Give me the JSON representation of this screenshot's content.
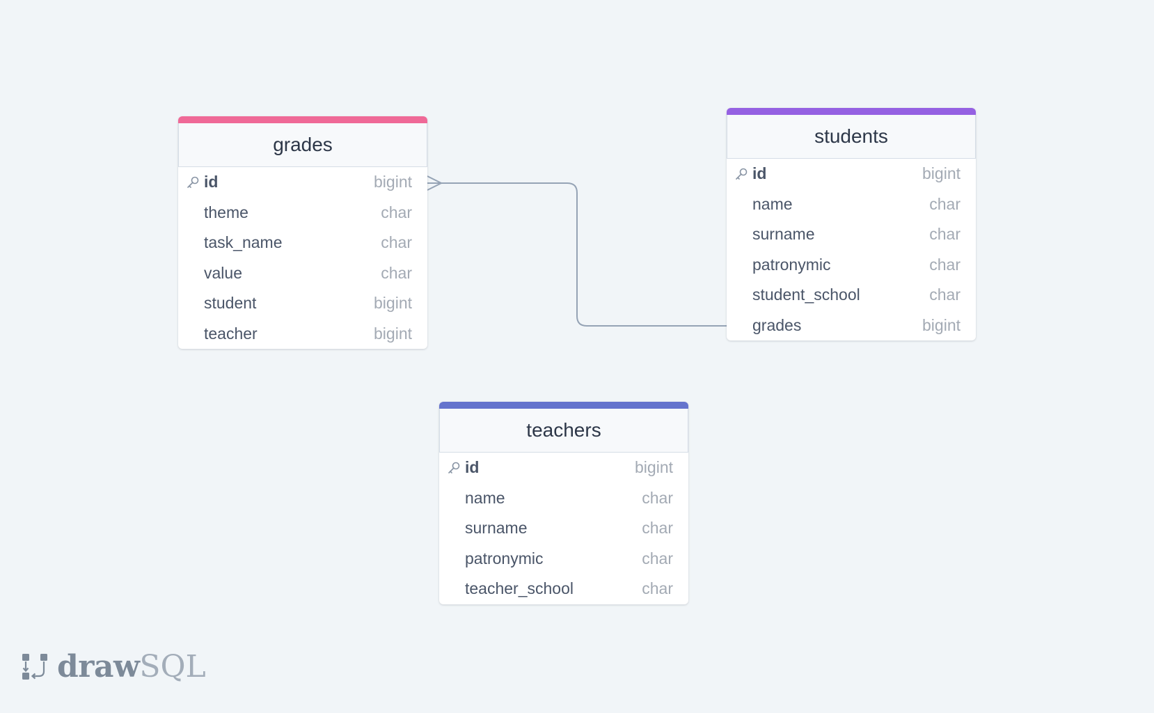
{
  "colors": {
    "background": "#f1f5f8",
    "connector": "#95a3b5",
    "grades_accent": "#ef6997",
    "students_accent": "#9561e2",
    "teachers_accent": "#6574cd"
  },
  "tables": {
    "grades": {
      "title": "grades",
      "columns": [
        {
          "name": "id",
          "type": "bigint",
          "primary_key": true
        },
        {
          "name": "theme",
          "type": "char"
        },
        {
          "name": "task_name",
          "type": "char"
        },
        {
          "name": "value",
          "type": "char"
        },
        {
          "name": "student",
          "type": "bigint"
        },
        {
          "name": "teacher",
          "type": "bigint"
        }
      ]
    },
    "students": {
      "title": "students",
      "columns": [
        {
          "name": "id",
          "type": "bigint",
          "primary_key": true
        },
        {
          "name": "name",
          "type": "char"
        },
        {
          "name": "surname",
          "type": "char"
        },
        {
          "name": "patronymic",
          "type": "char"
        },
        {
          "name": "student_school",
          "type": "char"
        },
        {
          "name": "grades",
          "type": "bigint"
        }
      ]
    },
    "teachers": {
      "title": "teachers",
      "columns": [
        {
          "name": "id",
          "type": "bigint",
          "primary_key": true
        },
        {
          "name": "name",
          "type": "char"
        },
        {
          "name": "surname",
          "type": "char"
        },
        {
          "name": "patronymic",
          "type": "char"
        },
        {
          "name": "teacher_school",
          "type": "char"
        }
      ]
    }
  },
  "relations": [
    {
      "from": "students.grades",
      "to": "grades.id",
      "marker": "crow-foot"
    }
  ],
  "brand": {
    "draw": "draw",
    "sql": "SQL",
    "icon": "drawsql-logo-icon"
  }
}
